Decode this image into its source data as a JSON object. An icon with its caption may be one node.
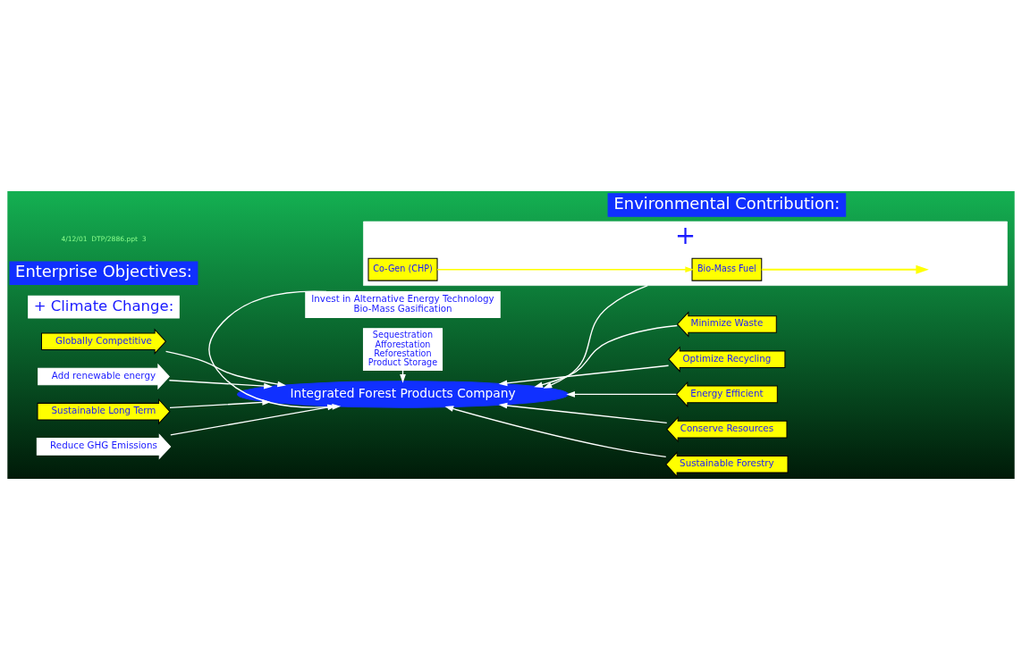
{
  "diagram": {
    "nodes": [
      {
        "text": [
          "Enterprise Objectives:"
        ]
      },
      {
        "text": [
          "Environmental Contribution:"
        ]
      },
      {
        "text": [
          "+ Climate Change:"
        ]
      },
      {
        "text": [
          "Invest in Alternative Energy Technology",
          "Bio-Mass Gasification"
        ]
      },
      {
        "text": [
          "Minimize Waste"
        ]
      },
      {
        "text": [
          "Globally Competitive"
        ]
      },
      {
        "text": [
          "Optimize Recycling"
        ]
      },
      {
        "text": [
          "Energy Efficient"
        ]
      },
      {
        "text": [
          "Integrated Forest Products Company"
        ]
      },
      {
        "text": [
          "Add renewable energy"
        ]
      },
      {
        "text": [
          "+"
        ]
      },
      {
        "text": [
          "Bio-Mass Fuel"
        ],
        "in": 10
      },
      {
        "text": [
          "Co-Gen (CHP)"
        ],
        "in": 10
      },
      {
        "text": [
          "Sustainable Long Term"
        ]
      },
      {
        "text": [
          "Conserve Resources"
        ]
      },
      {
        "text": [
          "Reduce GHG Emissions"
        ]
      },
      {
        "text": [
          "Sequestration",
          "Afforestation",
          "Reforestation",
          "Product Storage"
        ]
      },
      {
        "text": [
          "Sustainable Forestry"
        ]
      }
    ],
    "edges": [
      {
        "from": 5,
        "to": 8,
        "arrow": "to"
      },
      {
        "from": 9,
        "to": 8,
        "arrow": "to"
      },
      {
        "from": 13,
        "to": 8,
        "arrow": "to"
      },
      {
        "from": 15,
        "to": 8,
        "arrow": "to"
      },
      {
        "from": 3,
        "to": 8,
        "arrow": "to"
      },
      {
        "from": 16,
        "to": 8,
        "arrow": "to"
      },
      {
        "from": 4,
        "to": 8,
        "arrow": "to"
      },
      {
        "from": 6,
        "to": 8,
        "arrow": "to"
      },
      {
        "from": 7,
        "to": 8,
        "arrow": "to"
      },
      {
        "from": 10,
        "to": 8,
        "arrow": "to"
      },
      {
        "from": 14,
        "to": 8,
        "arrow": "to"
      },
      {
        "from": 17,
        "to": 8,
        "arrow": "to"
      },
      {
        "from": 12,
        "to": 11,
        "arrow": "to",
        "color": "#ffff00"
      },
      {
        "from": 11,
        "to": null,
        "arrow": "to",
        "color": "#ffff00"
      }
    ],
    "labels": [
      "4/12/01  DTP/2886.ppt  3"
    ]
  }
}
